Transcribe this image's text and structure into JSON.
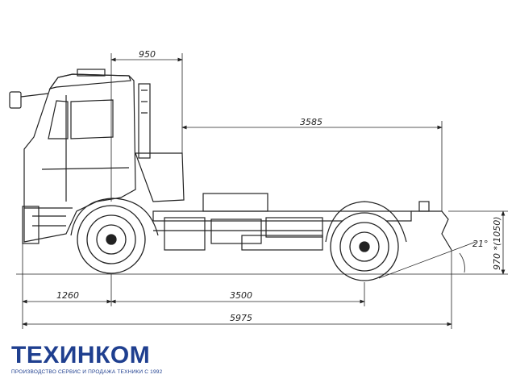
{
  "dimensions": {
    "cab_to_axis": "950",
    "frame_behind": "3585",
    "front_overhang": "1260",
    "wheelbase": "3500",
    "overall_length": "5975",
    "frame_height": "970 *(1050)",
    "departure_angle": "21°"
  },
  "logo": {
    "name": "ТЕХИНКОМ",
    "tagline": "ПРОИЗВОДСТВО СЕРВИС И ПРОДАЖА ТЕХНИКИ С 1992"
  },
  "colors": {
    "line": "#222222",
    "brand": "#1f3f8f"
  }
}
